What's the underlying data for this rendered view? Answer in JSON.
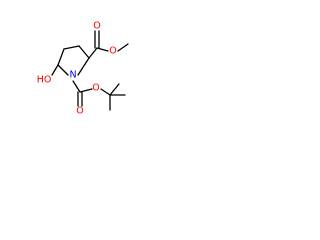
{
  "molecule": {
    "colors": {
      "oxygen": "#ff0000",
      "nitrogen": "#0000ff",
      "carbon_bond": "#000000"
    },
    "atoms": {
      "ester_carbonyl_o": "O",
      "ester_o": "O",
      "ring_n": "N",
      "hydroxyl": "HO",
      "boc_carbonyl_o": "O",
      "boc_ester_o": "O"
    }
  }
}
